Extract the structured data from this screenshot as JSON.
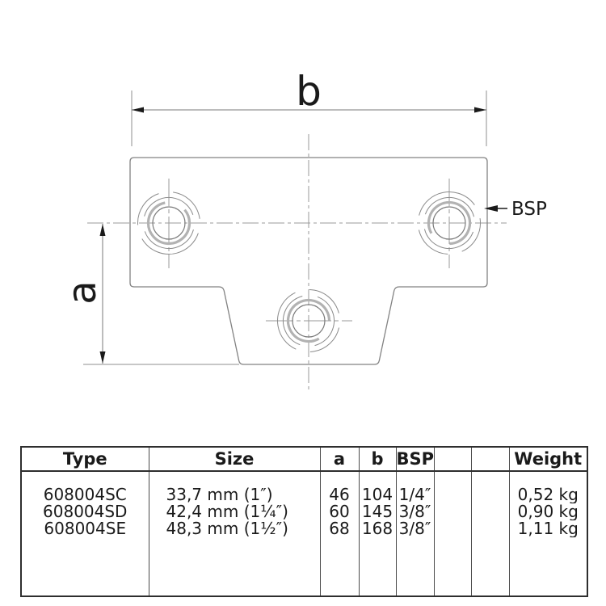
{
  "colors": {
    "outline_gray": "#828282",
    "centerline_gray": "#9a9a9a",
    "thread_gray": "#b2b2b2",
    "ink_black": "#1a1a1a",
    "table_border": "#2e2e2e",
    "background": "#ffffff"
  },
  "drawing": {
    "dim_width_label": "b",
    "dim_height_label": "a",
    "thread_label": "BSP"
  },
  "table": {
    "headers": [
      "Type",
      "Size",
      "a",
      "b",
      "BSP",
      "",
      "",
      "Weight"
    ],
    "rows": [
      [
        "608004SC",
        "33,7 mm (1″)",
        "46",
        "104",
        "1/4″",
        "",
        "",
        "0,52 kg"
      ],
      [
        "608004SD",
        "42,4 mm (1¼″)",
        "60",
        "145",
        "3/8″",
        "",
        "",
        "0,90 kg"
      ],
      [
        "608004SE",
        "48,3 mm (1½″)",
        "68",
        "168",
        "3/8″",
        "",
        "",
        "1,11 kg"
      ]
    ]
  }
}
